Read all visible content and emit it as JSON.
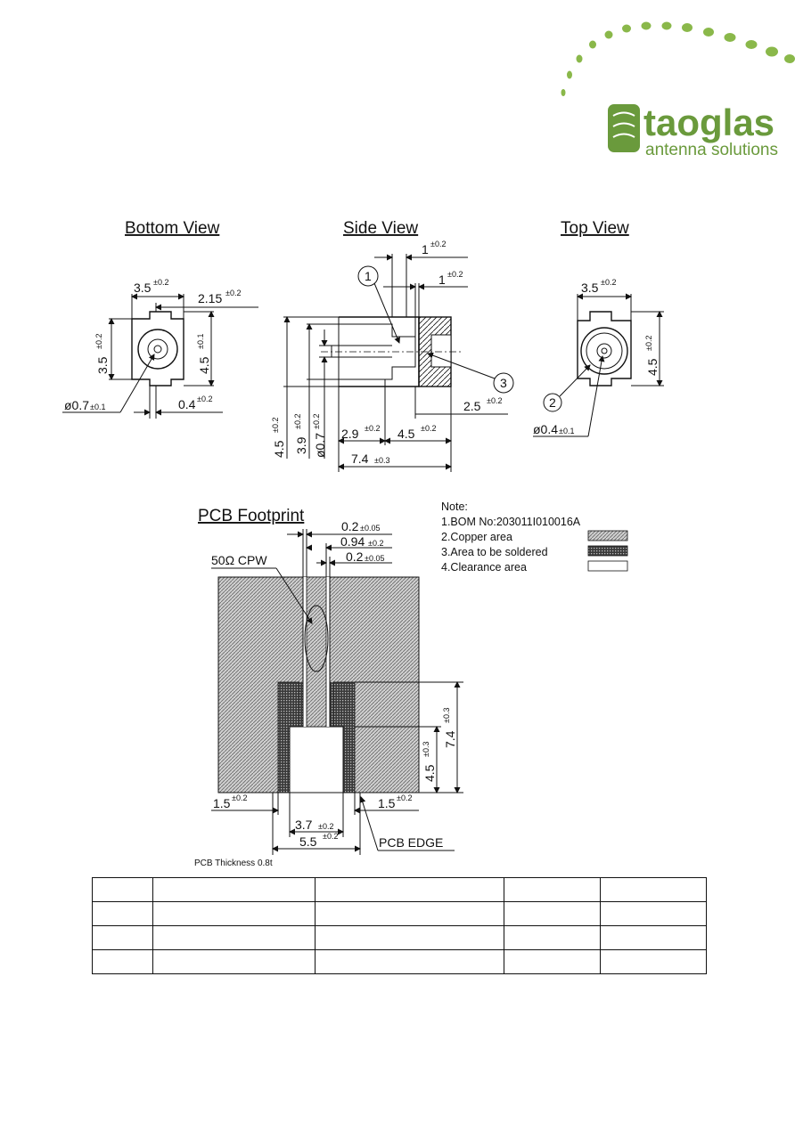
{
  "logo": {
    "word": "taoglas",
    "tagline": "antenna solutions",
    "color": "#6a9a3c"
  },
  "views": {
    "bottom": {
      "title": "Bottom View",
      "w35": "3.5",
      "w35_tol": "±0.2",
      "d215": "2.15",
      "d215_tol": "±0.2",
      "h35": "3.5",
      "h35_tol": "±0.2",
      "h45": "4.5",
      "h45_tol": "±0.1",
      "dia07": "ø0.7",
      "dia07_tol": "±0.1",
      "d04": "0.4",
      "d04_tol": "±0.2"
    },
    "side": {
      "title": "Side View",
      "d1a": "1",
      "d1a_tol": "±0.2",
      "d1b": "1",
      "d1b_tol": "±0.2",
      "callout1": "1",
      "callout3": "3",
      "d25": "2.5",
      "d25_tol": "±0.2",
      "h45": "4.5",
      "h45_tol": "±0.2",
      "h39": "3.9",
      "h39_tol": "±0.2",
      "dia07": "ø0.7",
      "dia07_tol": "±0.2",
      "d29": "2.9",
      "d29_tol": "±0.2",
      "d45": "4.5",
      "d45_tol": "±0.2",
      "d74": "7.4",
      "d74_tol": "±0.3"
    },
    "top": {
      "title": "Top View",
      "w35": "3.5",
      "w35_tol": "±0.2",
      "h45": "4.5",
      "h45_tol": "±0.2",
      "callout2": "2",
      "dia04": "ø0.4",
      "dia04_tol": "±0.1"
    }
  },
  "pcb": {
    "title": "PCB Footprint",
    "d02a": "0.2",
    "d02a_tol": "±0.05",
    "d094": "0.94",
    "d094_tol": "±0.2",
    "d02b": "0.2",
    "d02b_tol": "±0.05",
    "cpw": "50Ω CPW",
    "h74": "7.4",
    "h74_tol": "±0.3",
    "h45": "4.5",
    "h45_tol": "±0.3",
    "l15": "1.5",
    "l15_tol": "±0.2",
    "r15": "1.5",
    "r15_tol": "±0.2",
    "d37": "3.7",
    "d37_tol": "±0.2",
    "d55": "5.5",
    "d55_tol": "±0.2",
    "edge": "PCB EDGE",
    "thickness": "PCB Thickness 0.8t"
  },
  "notes": {
    "heading": "Note:",
    "items": [
      "1.BOM No:203011I010016A",
      "2.Copper area",
      "3.Area to be soldered",
      "4.Clearance area"
    ]
  },
  "table": {
    "rows": 4,
    "cols": 5
  }
}
